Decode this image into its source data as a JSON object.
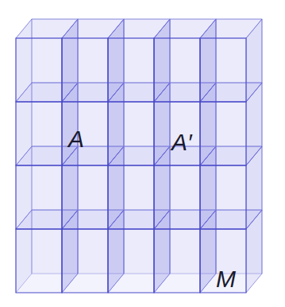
{
  "diagram": {
    "labels": [
      "A",
      "A′",
      "M"
    ]
  }
}
